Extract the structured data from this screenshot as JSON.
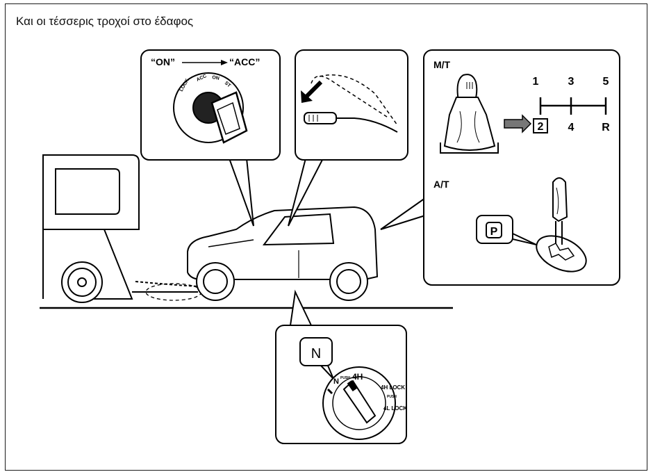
{
  "title": "Και οι τέσσερις τροχοί στο έδαφος",
  "ignition": {
    "from": "“ON”",
    "to": "“ACC”",
    "positions": [
      "LOCK",
      "ACC",
      "ON",
      "ST"
    ]
  },
  "manual_trans": {
    "label": "M/T",
    "top_gears": [
      "1",
      "3",
      "5"
    ],
    "selected_gear": "2",
    "bottom_gears": [
      "4",
      "R"
    ]
  },
  "auto_trans": {
    "label": "A/T",
    "position": "P"
  },
  "transfer": {
    "callout": "N",
    "positions": [
      "N",
      "4H",
      "4H LOCK",
      "4L LOCK"
    ],
    "small": [
      "PUSH",
      "PUSH"
    ]
  },
  "colors": {
    "ink": "#000000",
    "background": "#ffffff"
  }
}
